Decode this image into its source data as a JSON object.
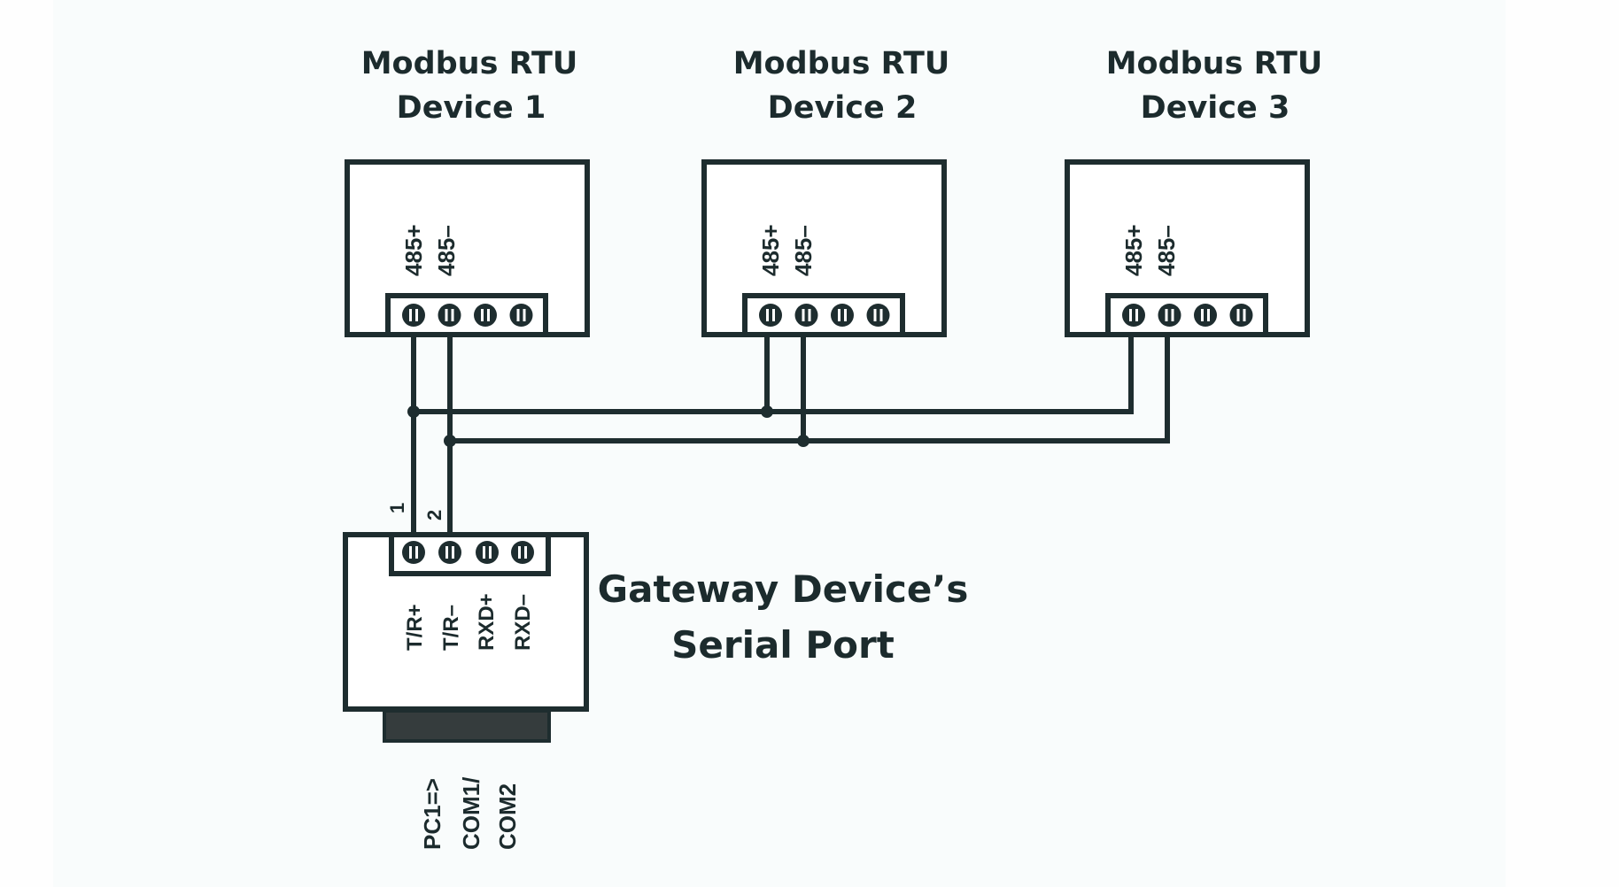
{
  "colors": {
    "ink": "#1e2d2f",
    "background": "#f9fcfc",
    "box_fill": "#ffffff",
    "connector_fill": "#353c3d"
  },
  "devices": [
    {
      "title_line1": "Modbus RTU",
      "title_line2": "Device 1",
      "pin_plus": "485+",
      "pin_minus": "485–"
    },
    {
      "title_line1": "Modbus RTU",
      "title_line2": "Device 2",
      "pin_plus": "485+",
      "pin_minus": "485–"
    },
    {
      "title_line1": "Modbus RTU",
      "title_line2": "Device 3",
      "pin_plus": "485+",
      "pin_minus": "485–"
    }
  ],
  "gateway": {
    "label_line1": "Gateway Device’s",
    "label_line2": "Serial Port",
    "wire_labels": [
      "1",
      "2"
    ],
    "pins": [
      "T/R+",
      "T/R–",
      "RXD+",
      "RXD–"
    ],
    "port_label_lines": [
      "PC1=>",
      "COM1/",
      "COM2"
    ]
  },
  "diagram": {
    "topology": "RS-485 multidrop bus",
    "connections": [
      {
        "from": "Gateway T/R+ (wire 1)",
        "to": [
          "Device 1 485+",
          "Device 2 485+",
          "Device 3 485+"
        ]
      },
      {
        "from": "Gateway T/R– (wire 2)",
        "to": [
          "Device 1 485–",
          "Device 2 485–",
          "Device 3 485–"
        ]
      }
    ],
    "terminal_screws_per_block": 4
  }
}
